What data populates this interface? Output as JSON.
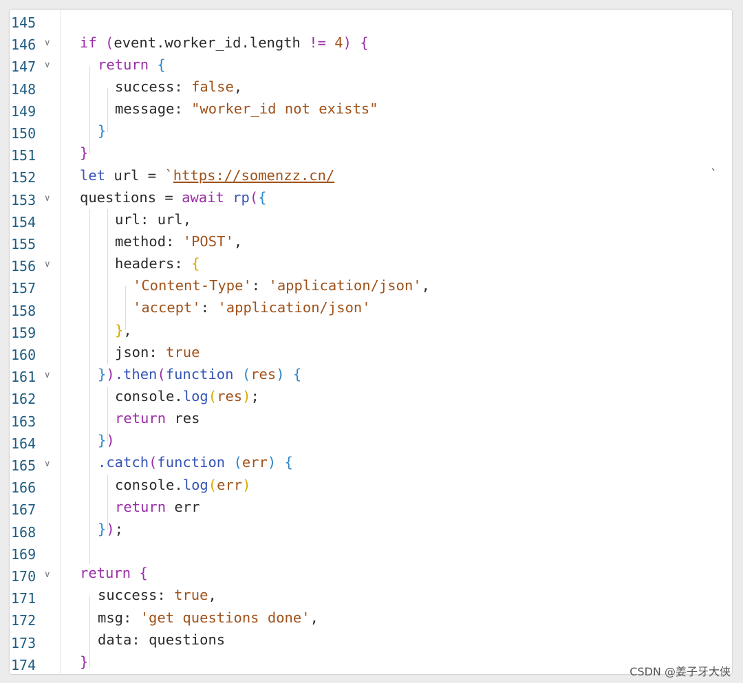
{
  "editor": {
    "lines": [
      {
        "num": "145",
        "fold": false
      },
      {
        "num": "146",
        "fold": true
      },
      {
        "num": "147",
        "fold": true
      },
      {
        "num": "148",
        "fold": false
      },
      {
        "num": "149",
        "fold": false
      },
      {
        "num": "150",
        "fold": false
      },
      {
        "num": "151",
        "fold": false
      },
      {
        "num": "152",
        "fold": false
      },
      {
        "num": "153",
        "fold": true
      },
      {
        "num": "154",
        "fold": false
      },
      {
        "num": "155",
        "fold": false
      },
      {
        "num": "156",
        "fold": true
      },
      {
        "num": "157",
        "fold": false
      },
      {
        "num": "158",
        "fold": false
      },
      {
        "num": "159",
        "fold": false
      },
      {
        "num": "160",
        "fold": false
      },
      {
        "num": "161",
        "fold": true
      },
      {
        "num": "162",
        "fold": false
      },
      {
        "num": "163",
        "fold": false
      },
      {
        "num": "164",
        "fold": false
      },
      {
        "num": "165",
        "fold": true
      },
      {
        "num": "166",
        "fold": false
      },
      {
        "num": "167",
        "fold": false
      },
      {
        "num": "168",
        "fold": false
      },
      {
        "num": "169",
        "fold": false
      },
      {
        "num": "170",
        "fold": true
      },
      {
        "num": "171",
        "fold": false
      },
      {
        "num": "172",
        "fold": false
      },
      {
        "num": "173",
        "fold": false
      },
      {
        "num": "174",
        "fold": false
      }
    ],
    "fold_icon": "chevron-down-icon",
    "code": {
      "l146": {
        "if": "if",
        "open": "(",
        "expr": "event.worker_id.length",
        "op": " != ",
        "num": "4",
        "close": ")",
        "brace": "{"
      },
      "l147": {
        "kw": "return",
        "brace": "{"
      },
      "l148": {
        "key": "success: ",
        "val": "false",
        "tail": ","
      },
      "l149": {
        "key": "message: ",
        "val": "\"worker_id not exists\""
      },
      "l150": {
        "brace": "}"
      },
      "l151": {
        "brace": "}"
      },
      "l152": {
        "kw": "let",
        "mid": " url = ",
        "tick": "`",
        "url": "https://somenzz.cn/"
      },
      "l153": {
        "lhs": "questions = ",
        "kw": "await",
        "fn": " rp",
        "paren": "(",
        "brace": "{"
      },
      "l154": {
        "text": "url: url,"
      },
      "l155": {
        "key": "method: ",
        "val": "'POST'",
        "tail": ","
      },
      "l156": {
        "key": "headers: ",
        "brace": "{"
      },
      "l157": {
        "k": "'Content-Type'",
        "sep": ": ",
        "v": "'application/json'",
        "tail": ","
      },
      "l158": {
        "k": "'accept'",
        "sep": ": ",
        "v": "'application/json'"
      },
      "l159": {
        "brace": "}",
        "tail": ","
      },
      "l160": {
        "key": "json: ",
        "val": "true"
      },
      "l161": {
        "brace": "}",
        "paren": ")",
        "fn": ".then",
        "open": "(",
        "kw": "function",
        "popen": " (",
        "arg": "res",
        "pclose": ")",
        "brace2": " {"
      },
      "l162": {
        "obj": "console.",
        "fn": "log",
        "open": "(",
        "arg": "res",
        "close": ")",
        "tail": ";"
      },
      "l163": {
        "kw": "return",
        "rest": " res"
      },
      "l164": {
        "brace": "}",
        "paren": ")"
      },
      "l165": {
        "fn": ".catch",
        "open": "(",
        "kw": "function",
        "popen": " (",
        "arg": "err",
        "pclose": ")",
        "brace2": " {"
      },
      "l166": {
        "obj": "console.",
        "fn": "log",
        "open": "(",
        "arg": "err",
        "close": ")"
      },
      "l167": {
        "kw": "return",
        "rest": " err"
      },
      "l168": {
        "brace": "}",
        "paren": ")",
        "tail": ";"
      },
      "l170": {
        "kw": "return",
        "brace": " {"
      },
      "l171": {
        "key": "success: ",
        "val": "true",
        "tail": ","
      },
      "l172": {
        "key": "msg: ",
        "val": "'get questions done'",
        "tail": ","
      },
      "l173": {
        "key": "data: ",
        "rest": "questions"
      },
      "l174": {
        "brace": "}"
      },
      "stray": "`"
    }
  },
  "watermark": "CSDN @姜子牙大侠"
}
